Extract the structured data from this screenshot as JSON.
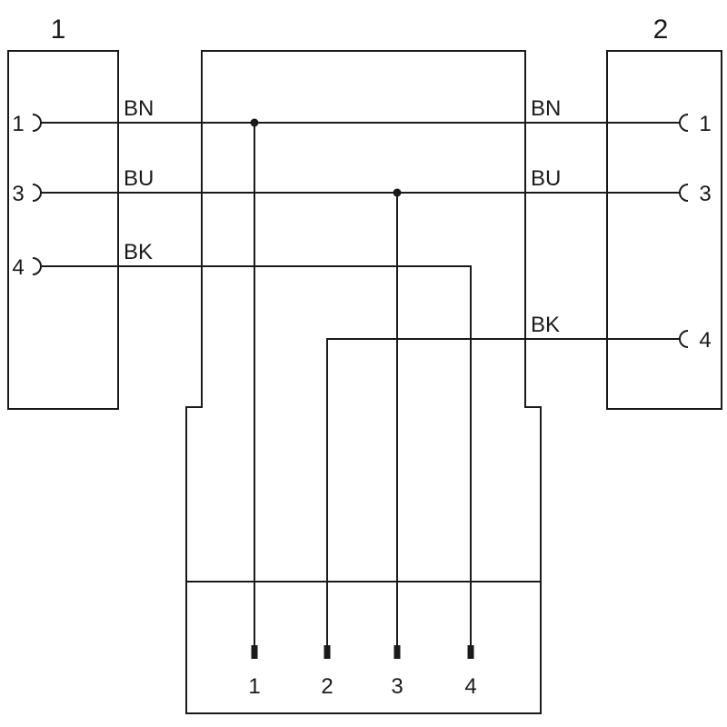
{
  "diagram": {
    "left_connector": {
      "label": "1",
      "pins": [
        {
          "number": "1",
          "wire_color": "BN"
        },
        {
          "number": "3",
          "wire_color": "BU"
        },
        {
          "number": "4",
          "wire_color": "BK"
        }
      ]
    },
    "right_connector": {
      "label": "2",
      "pins": [
        {
          "number": "1",
          "wire_color": "BN"
        },
        {
          "number": "3",
          "wire_color": "BU"
        },
        {
          "number": "4",
          "wire_color": "BK"
        }
      ]
    },
    "bottom_connector": {
      "pin_labels": [
        "1",
        "2",
        "3",
        "4"
      ]
    },
    "colors": {
      "line": "#1a1a1a",
      "background": "#ffffff"
    }
  }
}
